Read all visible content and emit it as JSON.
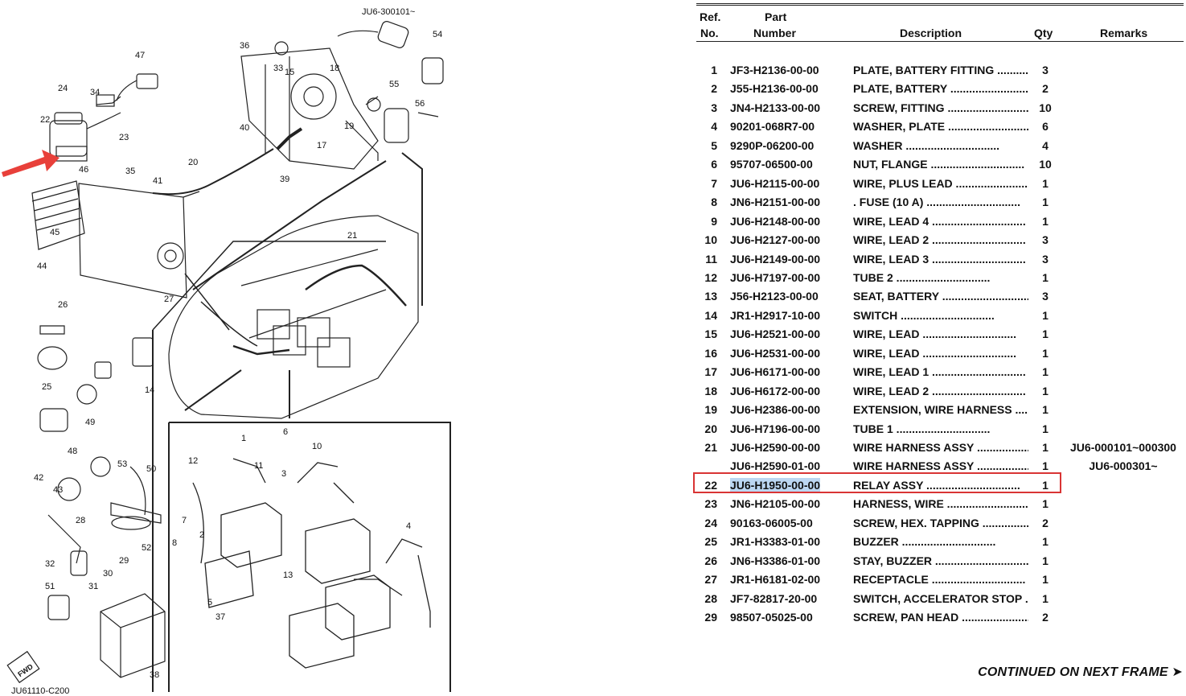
{
  "diagram": {
    "serial_label": "JU6-300101~",
    "drawing_code": "JU61110-C200",
    "fwd_label": "FWD",
    "callouts": [
      "1",
      "2",
      "3",
      "4",
      "5",
      "6",
      "7",
      "8",
      "10",
      "11",
      "12",
      "13",
      "14",
      "15",
      "17",
      "18",
      "19",
      "20",
      "21",
      "22",
      "23",
      "24",
      "25",
      "26",
      "27",
      "28",
      "29",
      "30",
      "31",
      "32",
      "33",
      "34",
      "35",
      "36",
      "37",
      "38",
      "39",
      "40",
      "41",
      "42",
      "43",
      "44",
      "45",
      "46",
      "47",
      "48",
      "49",
      "50",
      "51",
      "52",
      "53",
      "54",
      "55",
      "56"
    ]
  },
  "parts_table": {
    "headers": {
      "ref_line1": "Ref.",
      "ref_line2": "No.",
      "part_line1": "Part",
      "part_line2": "Number",
      "description": "Description",
      "qty": "Qty",
      "remarks": "Remarks"
    },
    "rows": [
      {
        "ref": "1",
        "part": "JF3-H2136-00-00",
        "desc": "PLATE, BATTERY FITTING",
        "qty": "3",
        "remarks": ""
      },
      {
        "ref": "2",
        "part": "J55-H2136-00-00",
        "desc": "PLATE, BATTERY",
        "qty": "2",
        "remarks": ""
      },
      {
        "ref": "3",
        "part": "JN4-H2133-00-00",
        "desc": "SCREW, FITTING",
        "qty": "10",
        "remarks": ""
      },
      {
        "ref": "4",
        "part": "90201-068R7-00",
        "desc": "WASHER, PLATE",
        "qty": "6",
        "remarks": ""
      },
      {
        "ref": "5",
        "part": "9290P-06200-00",
        "desc": "WASHER",
        "qty": "4",
        "remarks": ""
      },
      {
        "ref": "6",
        "part": "95707-06500-00",
        "desc": "NUT, FLANGE",
        "qty": "10",
        "remarks": ""
      },
      {
        "ref": "7",
        "part": "JU6-H2115-00-00",
        "desc": "WIRE, PLUS LEAD",
        "qty": "1",
        "remarks": ""
      },
      {
        "ref": "8",
        "part": "JN6-H2151-00-00",
        "desc": ". FUSE (10 A)",
        "qty": "1",
        "remarks": ""
      },
      {
        "ref": "9",
        "part": "JU6-H2148-00-00",
        "desc": "WIRE, LEAD 4",
        "qty": "1",
        "remarks": ""
      },
      {
        "ref": "10",
        "part": "JU6-H2127-00-00",
        "desc": "WIRE, LEAD 2",
        "qty": "3",
        "remarks": ""
      },
      {
        "ref": "11",
        "part": "JU6-H2149-00-00",
        "desc": "WIRE, LEAD 3",
        "qty": "3",
        "remarks": ""
      },
      {
        "ref": "12",
        "part": "JU6-H7197-00-00",
        "desc": "TUBE 2",
        "qty": "1",
        "remarks": ""
      },
      {
        "ref": "13",
        "part": "J56-H2123-00-00",
        "desc": "SEAT, BATTERY",
        "qty": "3",
        "remarks": ""
      },
      {
        "ref": "14",
        "part": "JR1-H2917-10-00",
        "desc": "SWITCH",
        "qty": "1",
        "remarks": ""
      },
      {
        "ref": "15",
        "part": "JU6-H2521-00-00",
        "desc": "WIRE, LEAD",
        "qty": "1",
        "remarks": ""
      },
      {
        "ref": "16",
        "part": "JU6-H2531-00-00",
        "desc": "WIRE, LEAD",
        "qty": "1",
        "remarks": ""
      },
      {
        "ref": "17",
        "part": "JU6-H6171-00-00",
        "desc": "WIRE, LEAD 1",
        "qty": "1",
        "remarks": ""
      },
      {
        "ref": "18",
        "part": "JU6-H6172-00-00",
        "desc": "WIRE, LEAD 2",
        "qty": "1",
        "remarks": ""
      },
      {
        "ref": "19",
        "part": "JU6-H2386-00-00",
        "desc": "EXTENSION, WIRE HARNESS",
        "qty": "1",
        "remarks": ""
      },
      {
        "ref": "20",
        "part": "JU6-H7196-00-00",
        "desc": "TUBE 1",
        "qty": "1",
        "remarks": ""
      },
      {
        "ref": "21",
        "part": "JU6-H2590-00-00",
        "desc": "WIRE HARNESS ASSY",
        "qty": "1",
        "remarks": "JU6-000101~000300"
      },
      {
        "ref": "",
        "part": "JU6-H2590-01-00",
        "desc": "WIRE HARNESS ASSY",
        "qty": "1",
        "remarks": "JU6-000301~"
      },
      {
        "ref": "22",
        "part": "JU6-H1950-00-00",
        "desc": "RELAY ASSY",
        "qty": "1",
        "remarks": ""
      },
      {
        "ref": "23",
        "part": "JN6-H2105-00-00",
        "desc": "HARNESS, WIRE",
        "qty": "1",
        "remarks": ""
      },
      {
        "ref": "24",
        "part": "90163-06005-00",
        "desc": "SCREW, HEX. TAPPING",
        "qty": "2",
        "remarks": ""
      },
      {
        "ref": "25",
        "part": "JR1-H3383-01-00",
        "desc": "BUZZER",
        "qty": "1",
        "remarks": ""
      },
      {
        "ref": "26",
        "part": "JN6-H3386-01-00",
        "desc": "STAY, BUZZER",
        "qty": "1",
        "remarks": ""
      },
      {
        "ref": "27",
        "part": "JR1-H6181-02-00",
        "desc": "RECEPTACLE",
        "qty": "1",
        "remarks": ""
      },
      {
        "ref": "28",
        "part": "JF7-82817-20-00",
        "desc": "SWITCH, ACCELERATOR STOP",
        "qty": "1",
        "remarks": ""
      },
      {
        "ref": "29",
        "part": "98507-05025-00",
        "desc": "SCREW, PAN HEAD",
        "qty": "2",
        "remarks": ""
      }
    ],
    "highlighted_ref": "22",
    "footer": "CONTINUED ON NEXT FRAME ➤"
  },
  "colors": {
    "highlight_box": "#d93434",
    "selection": "#bcd7f2",
    "arrow": "#e8403a"
  }
}
